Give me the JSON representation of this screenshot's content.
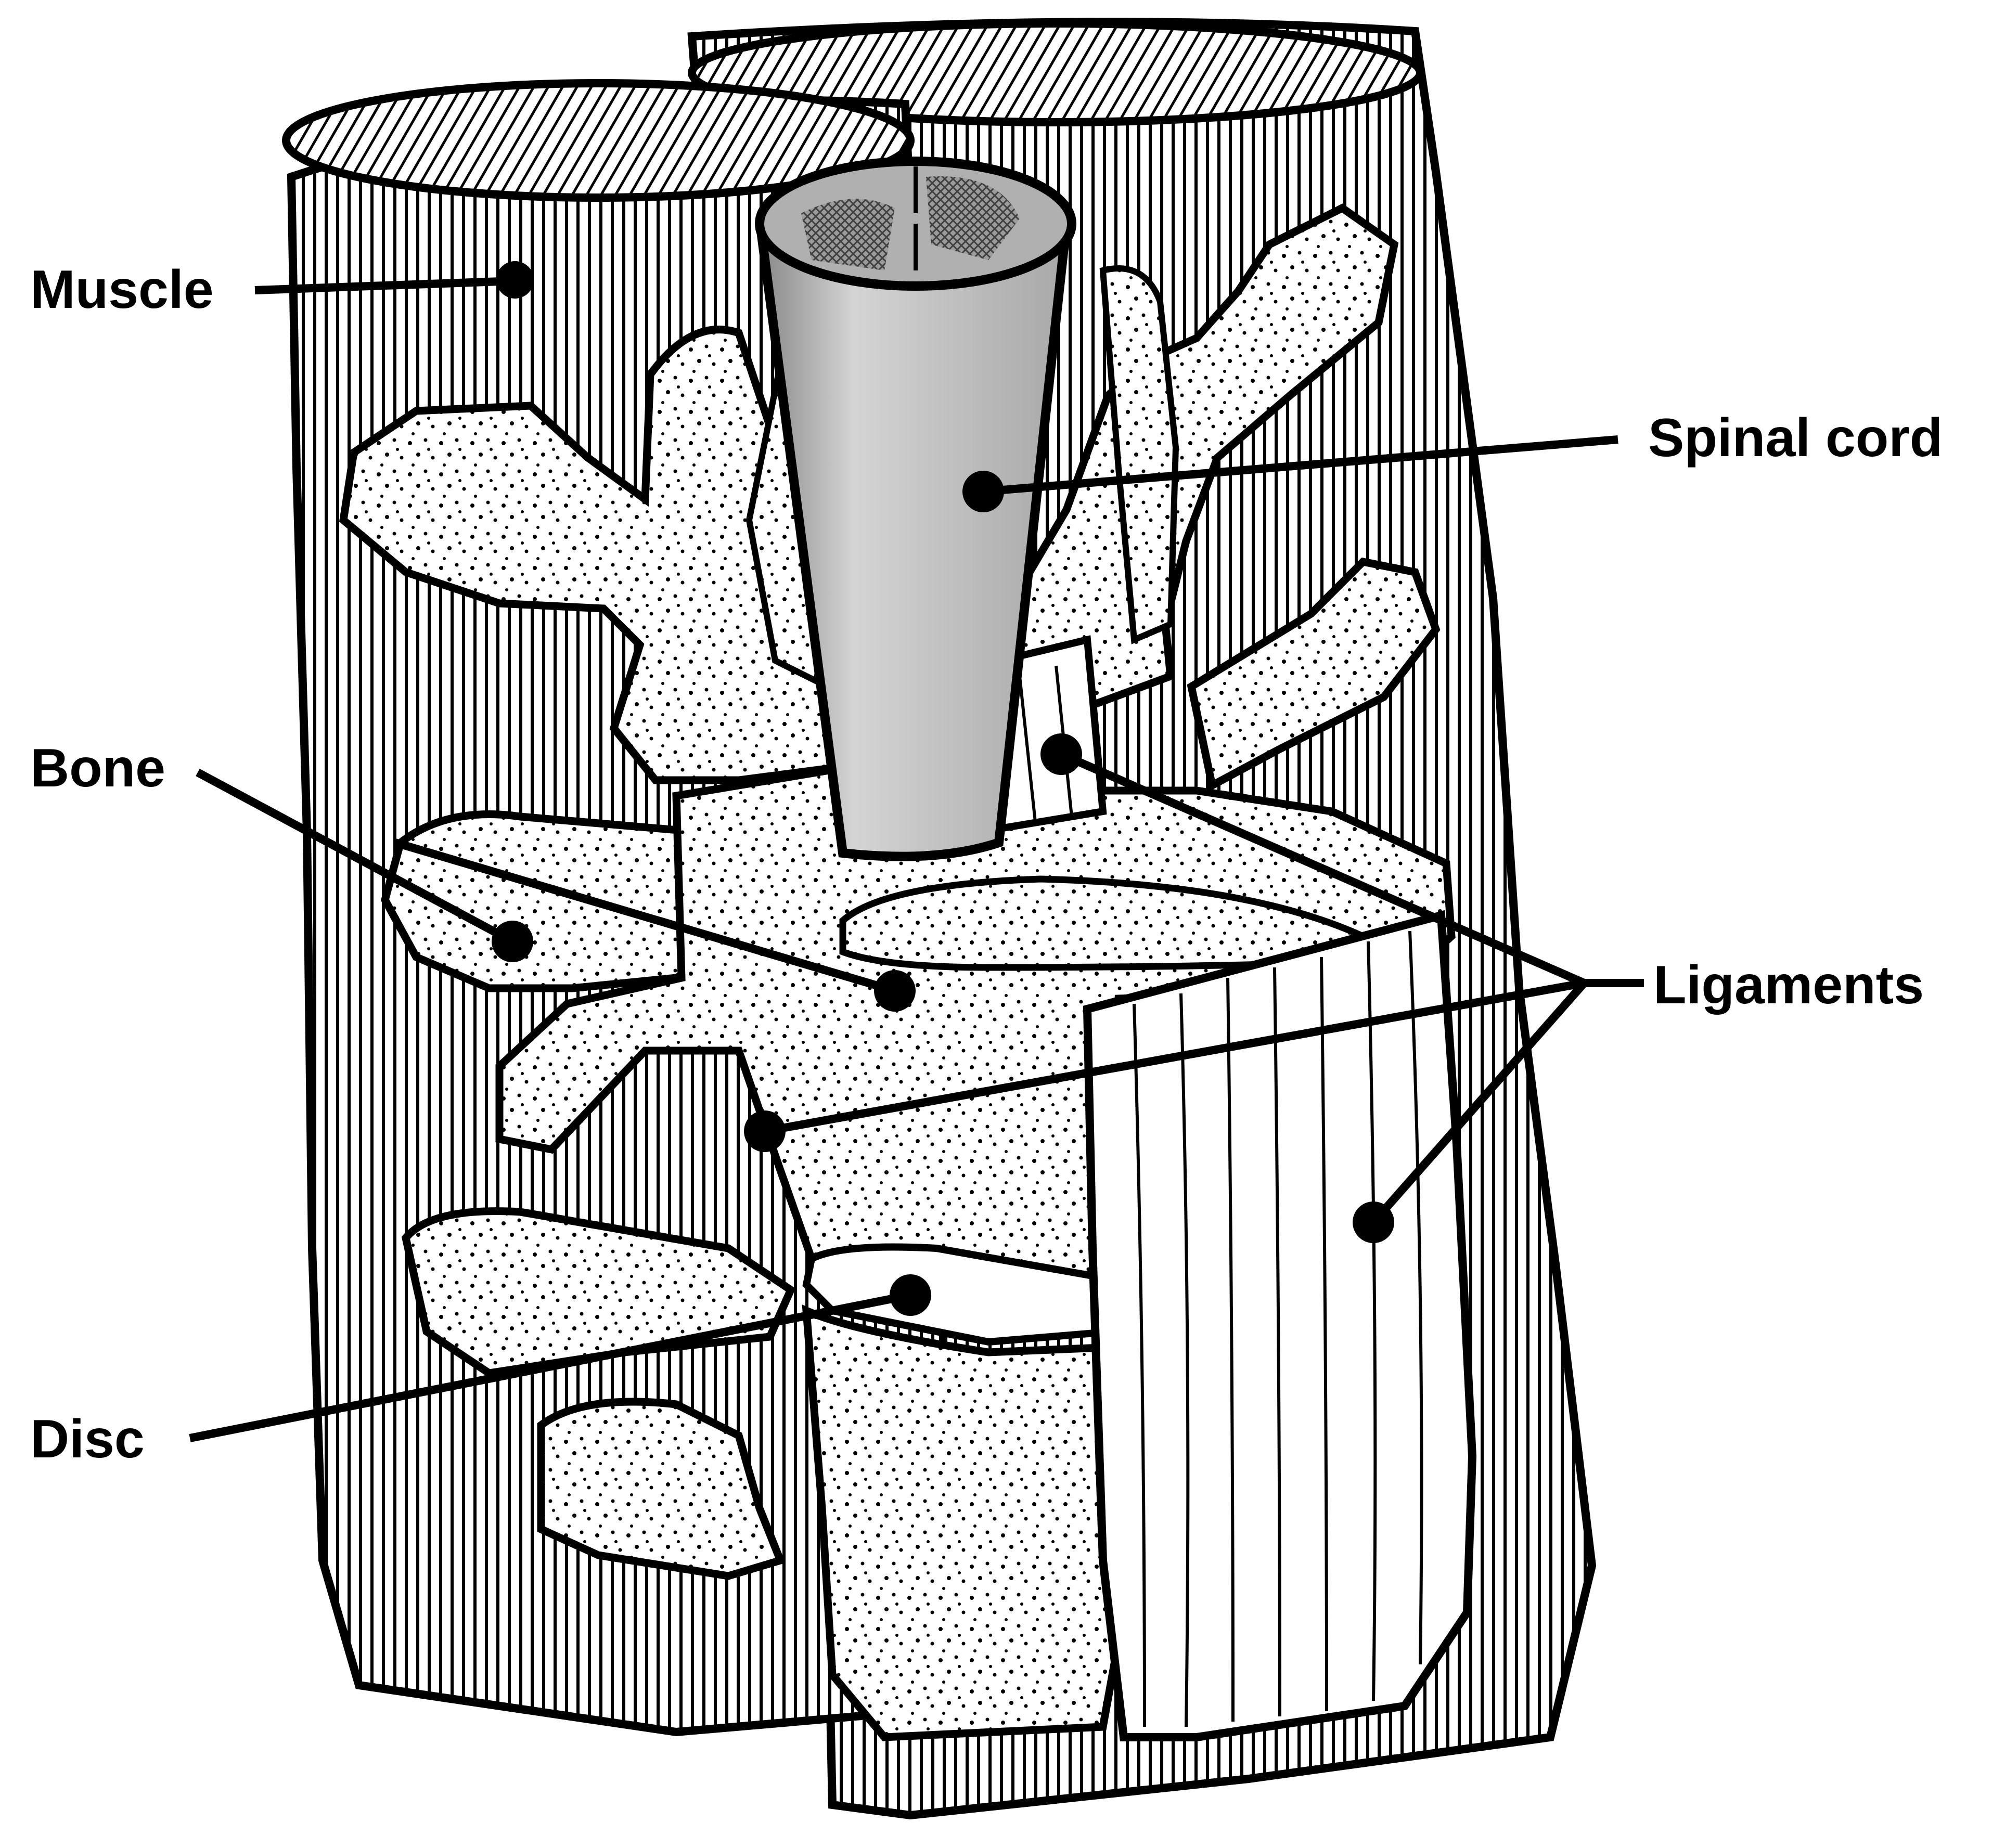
{
  "labels": {
    "muscle": "Muscle",
    "spinal_cord": "Spinal cord",
    "bone": "Bone",
    "ligaments": "Ligaments",
    "disc": "Disc"
  },
  "colors": {
    "outline": "#000000",
    "fill": "#ffffff",
    "spinal_cord_fill": "#b8b8b8"
  }
}
